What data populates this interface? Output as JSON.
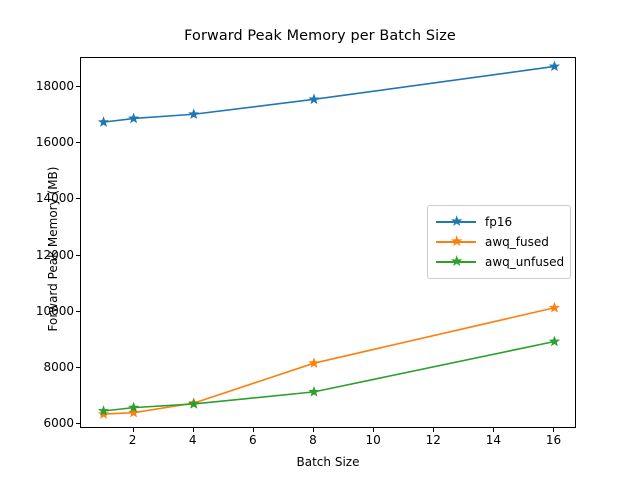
{
  "chart_data": {
    "type": "line",
    "title": "Forward Peak Memory per Batch Size",
    "xlabel": "Batch Size",
    "ylabel": "Forward Peak Memory (MB)",
    "x": [
      1,
      2,
      4,
      8,
      16
    ],
    "xlim": [
      0.25,
      16.75
    ],
    "ylim": [
      5840,
      19030
    ],
    "xticks": [
      2,
      4,
      6,
      8,
      10,
      12,
      14,
      16
    ],
    "yticks": [
      6000,
      8000,
      10000,
      12000,
      14000,
      16000,
      18000
    ],
    "xtick_labels": [
      "2",
      "4",
      "6",
      "8",
      "10",
      "12",
      "14",
      "16"
    ],
    "ytick_labels": [
      "6000",
      "8000",
      "10000",
      "12000",
      "14000",
      "16000",
      "18000"
    ],
    "grid": false,
    "legend_position": "center right",
    "marker": "star",
    "series": [
      {
        "name": "fp16",
        "color": "#1f77b4",
        "values": [
          16750,
          16880,
          17030,
          17560,
          18730
        ]
      },
      {
        "name": "awq_fused",
        "color": "#ff7f0e",
        "values": [
          6370,
          6420,
          6760,
          8180,
          10150
        ]
      },
      {
        "name": "awq_unfused",
        "color": "#2ca02c",
        "values": [
          6480,
          6600,
          6730,
          7160,
          8950
        ]
      }
    ]
  },
  "legend": {
    "entries": [
      {
        "label": "fp16"
      },
      {
        "label": "awq_fused"
      },
      {
        "label": "awq_unfused"
      }
    ]
  }
}
